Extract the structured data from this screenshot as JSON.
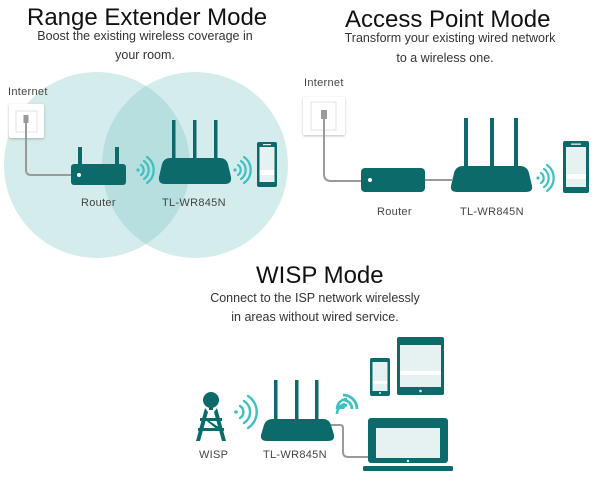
{
  "colors": {
    "device": "#0d6a6a",
    "signal": "#3fbfbf",
    "circle": "#d5ecec",
    "overlap": "#b8dfdf",
    "cable": "#9a9a9a",
    "screen": "#e6f1f1"
  },
  "range_extender": {
    "title": "Range Extender Mode",
    "subtitle_line1": "Boost the existing wireless coverage in",
    "subtitle_line2": "your room.",
    "labels": {
      "internet": "Internet",
      "router": "Router",
      "device": "TL-WR845N"
    }
  },
  "access_point": {
    "title": "Access Point Mode",
    "subtitle_line1": "Transform your existing wired network",
    "subtitle_line2": "to a wireless one.",
    "labels": {
      "internet": "Internet",
      "router": "Router",
      "device": "TL-WR845N"
    }
  },
  "wisp": {
    "title": "WISP Mode",
    "subtitle_line1": "Connect to the ISP network wirelessly",
    "subtitle_line2": "in areas without wired service.",
    "labels": {
      "wisp": "WISP",
      "device": "TL-WR845N"
    }
  },
  "icons": [
    "wall-socket-icon",
    "router-icon",
    "wifi-signal-icon",
    "tl-wr845n-router-icon",
    "smartphone-icon",
    "tablet-icon",
    "laptop-icon",
    "wisp-tower-icon"
  ]
}
